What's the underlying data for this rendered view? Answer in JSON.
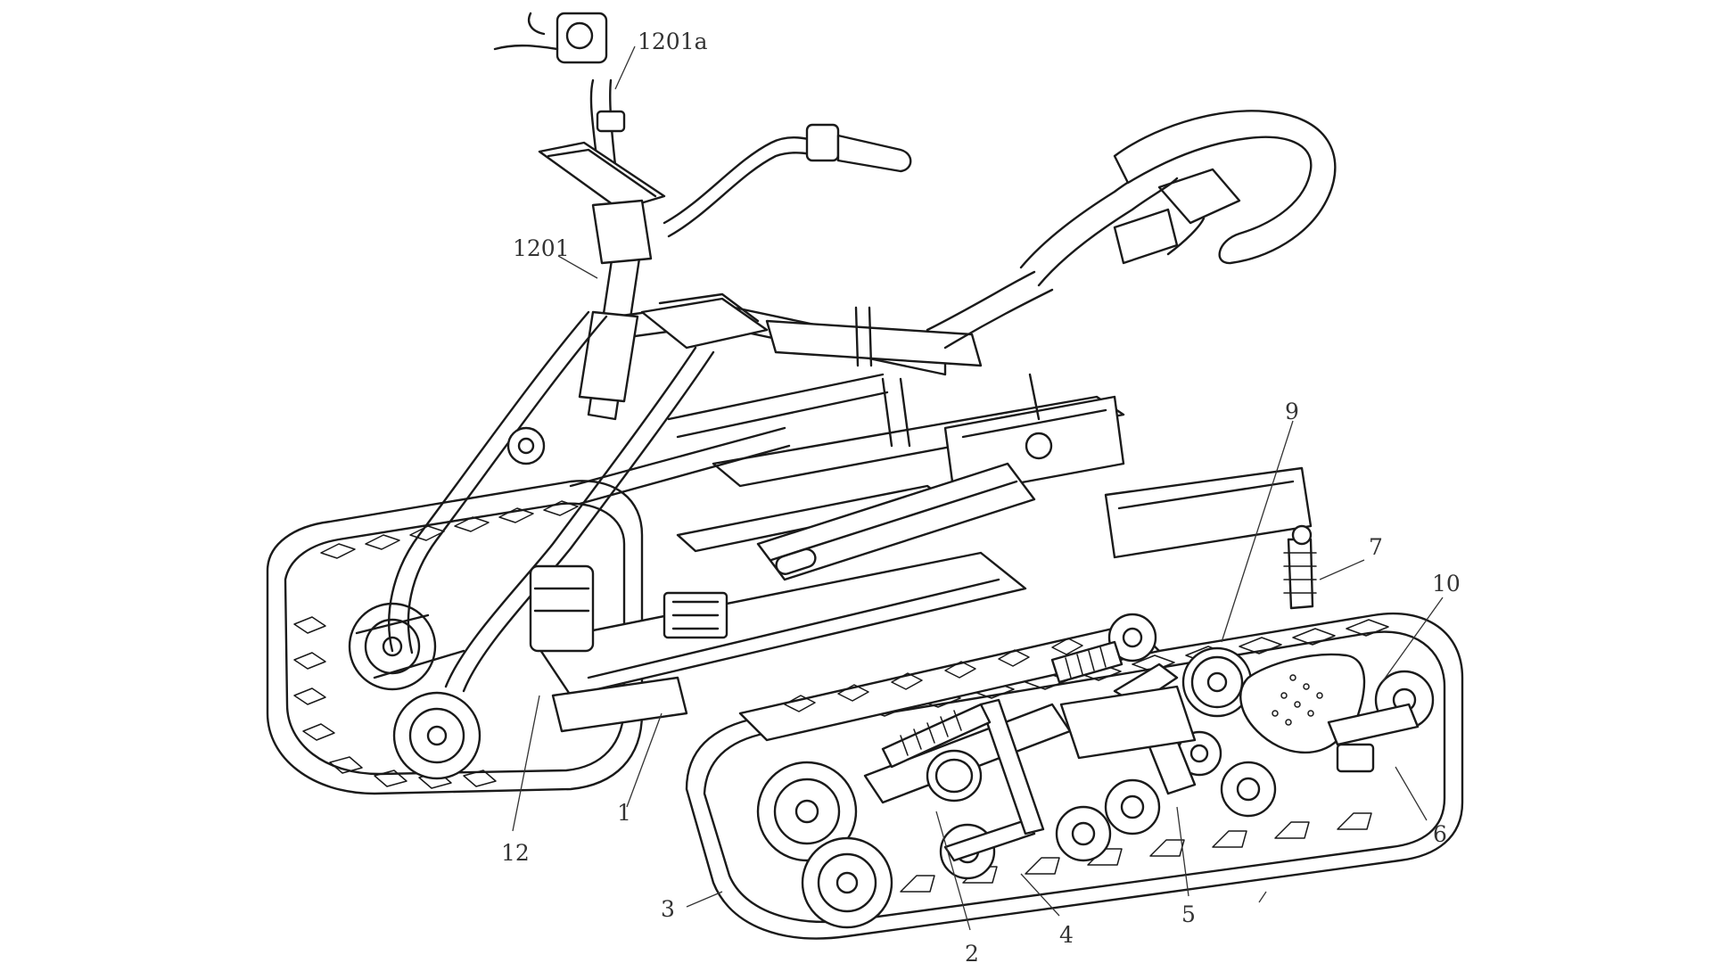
{
  "figure": {
    "background": "#ffffff",
    "line_color": "#1a1a1a",
    "labels": [
      {
        "id": "1201a",
        "text": "1201a"
      },
      {
        "id": "1201",
        "text": "1201"
      },
      {
        "id": "9",
        "text": "9"
      },
      {
        "id": "7",
        "text": "7"
      },
      {
        "id": "10",
        "text": "10"
      },
      {
        "id": "6",
        "text": "6"
      },
      {
        "id": "1",
        "text": "1"
      },
      {
        "id": "12",
        "text": "12"
      },
      {
        "id": "3",
        "text": "3"
      },
      {
        "id": "2",
        "text": "2"
      },
      {
        "id": "4",
        "text": "4"
      },
      {
        "id": "5",
        "text": "5"
      }
    ]
  }
}
